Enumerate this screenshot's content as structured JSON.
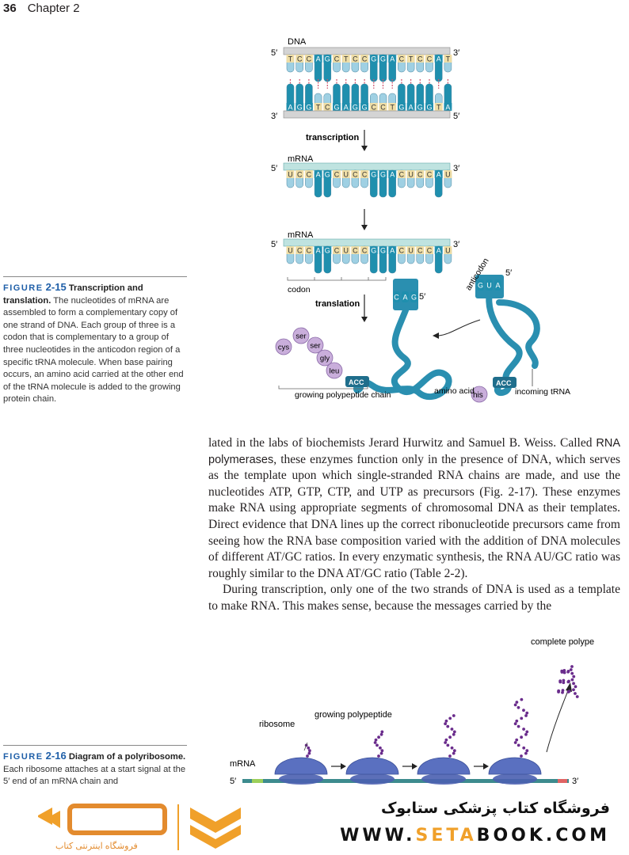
{
  "header": {
    "page_number": "36",
    "chapter": "Chapter 2"
  },
  "figure_2_15": {
    "label": "FIGURE",
    "number": "2-15",
    "title": "Transcription and translation.",
    "caption": "The nucleotides of mRNA are assembled to form a complementary copy of one strand of DNA. Each group of three is a codon that is complementary to a group of three nucleotides in the anticodon region of a specific tRNA molecule. When base pairing occurs, an amino acid carried at the other end of the tRNA molecule is added to the growing protein chain.",
    "diagram": {
      "dna_label": "DNA",
      "five_prime": "5′",
      "three_prime": "3′",
      "dna_top_sequence": [
        "T",
        "C",
        "C",
        "A",
        "G",
        "C",
        "T",
        "C",
        "C",
        "G",
        "G",
        "A",
        "C",
        "T",
        "C",
        "C",
        "A",
        "T"
      ],
      "dna_bottom_sequence": [
        "A",
        "G",
        "G",
        "T",
        "C",
        "G",
        "A",
        "G",
        "G",
        "C",
        "C",
        "T",
        "G",
        "A",
        "G",
        "G",
        "T",
        "A"
      ],
      "transcription_label": "transcription",
      "mrna_label": "mRNA",
      "mrna_sequence": [
        "U",
        "C",
        "C",
        "A",
        "G",
        "C",
        "U",
        "C",
        "C",
        "G",
        "G",
        "A",
        "C",
        "U",
        "C",
        "C",
        "A",
        "U"
      ],
      "codon_label": "codon",
      "translation_label": "translation",
      "anticodon_label": "anticodon",
      "anticodon_bases_bound": [
        "C",
        "A",
        "G"
      ],
      "anticodon_bases_incoming": [
        "G",
        "U",
        "A"
      ],
      "acc_label": "ACC",
      "amino_acids_chain": [
        "ser",
        "cys",
        "ser",
        "gly",
        "leu"
      ],
      "growing_chain_label": "growing polypeptide chain",
      "amino_acid_label": "amino acid",
      "incoming_amino_acid": "his",
      "incoming_trna_label": "incoming tRNA"
    }
  },
  "body": {
    "p1_a": "lated in the labs of biochemists Jerard Hurwitz and Samuel B. Weiss. Called",
    "p1_term": "RNA polymerases",
    "p1_b": ", these enzymes function only in the presence of DNA, which serves as the template upon which single-stranded RNA chains are made, and use the nucleotides ATP, GTP, CTP, and UTP as precursors (Fig. 2-17). These enzymes make RNA using appropriate segments of chromosomal DNA as their templates. Direct evidence that DNA lines up the correct ribonucleotide precursors came from seeing how the RNA base composition varied with the addition of DNA molecules of different AT/GC ratios. In every enzymatic synthesis, the RNA AU/GC ratio was roughly similar to the DNA AT/GC ratio (Table 2-2).",
    "p2": "During transcription, only one of the two strands of DNA is used as a template to make RNA. This makes sense, because the messages carried by the"
  },
  "figure_2_16": {
    "label": "FIGURE",
    "number": "2-16",
    "title": "Diagram of a polyribosome.",
    "caption": "Each ribosome attaches at a start signal at the 5′ end of an mRNA chain and",
    "diagram": {
      "complete_release_label": "complete polypeptide release",
      "ribosome_label": "ribosome",
      "growing_label": "growing polypeptide",
      "mrna_label": "mRNA",
      "five_prime": "5′",
      "three_prime": "3′"
    }
  },
  "watermark": {
    "store_name": "فروشگاه کتاب پزشکی ستابوک",
    "url_a": "WWW.",
    "url_b": "SETA",
    "url_c": "BOOK.COM",
    "logo_tagline": "فروشگاه اینترنتی کتاب"
  },
  "colors": {
    "accent_blue": "#1f5fa8",
    "nucleotide_teal": "#1f8fae",
    "pale_blue": "#9fd0e3",
    "yellow": "#f7dfa0",
    "ribosome": "#4a5fb0",
    "amino": "#c9aedb",
    "polypeptide": "#6a2c8c",
    "watermark_orange": "#f0a02a"
  }
}
